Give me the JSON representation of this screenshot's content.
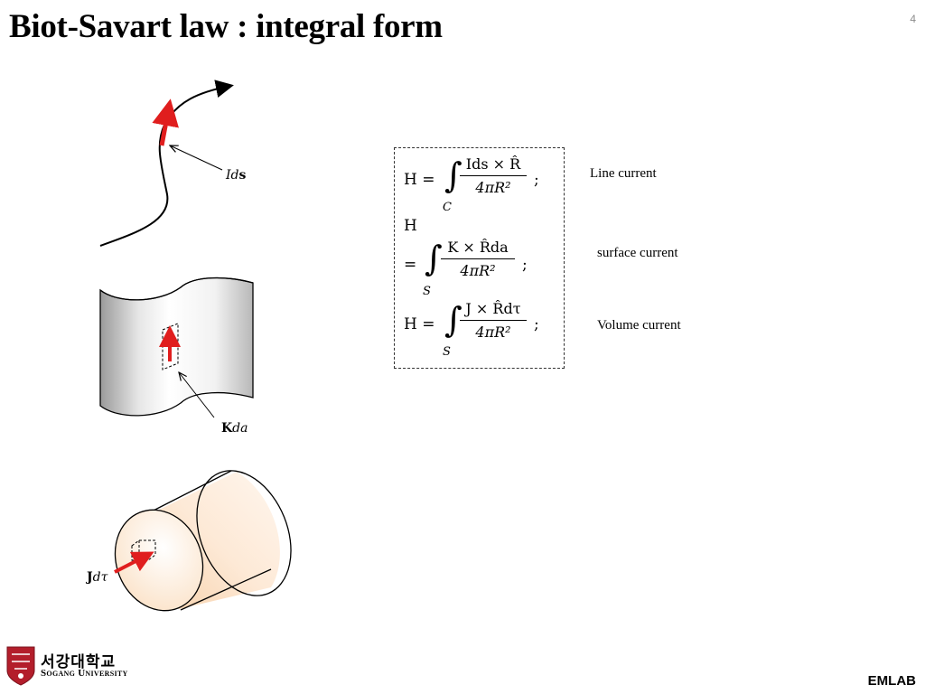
{
  "slide": {
    "title": "Biot-Savart law : integral form",
    "page_number": "4"
  },
  "figures": {
    "line_label_var": "Id",
    "line_label_bold": "s",
    "surface_label_bold": "K",
    "surface_label_var": "da",
    "volume_label_bold": "J",
    "volume_label_var": "dτ"
  },
  "equations": [
    {
      "lhs": "H =",
      "numerator": "Ids × R̂",
      "denominator": "4πR²",
      "subscript": "C",
      "tail": ";"
    },
    {
      "lhs": "H",
      "lhs2": "=",
      "numerator": "K × R̂da",
      "denominator": "4πR²",
      "subscript": "S",
      "tail": ";"
    },
    {
      "lhs": "H =",
      "numerator": "J × R̂dτ",
      "denominator": "4πR²",
      "subscript": "S",
      "tail": ";"
    }
  ],
  "descriptions": {
    "line": "Line current",
    "surface": "surface current",
    "volume": "Volume current"
  },
  "footer": {
    "university_korean": "서강대학교",
    "university_english": "Sogang University",
    "lab": "EMLAB"
  },
  "colors": {
    "arrow_red": "#e01e1e",
    "cylinder_fill": "#fde9d6"
  }
}
